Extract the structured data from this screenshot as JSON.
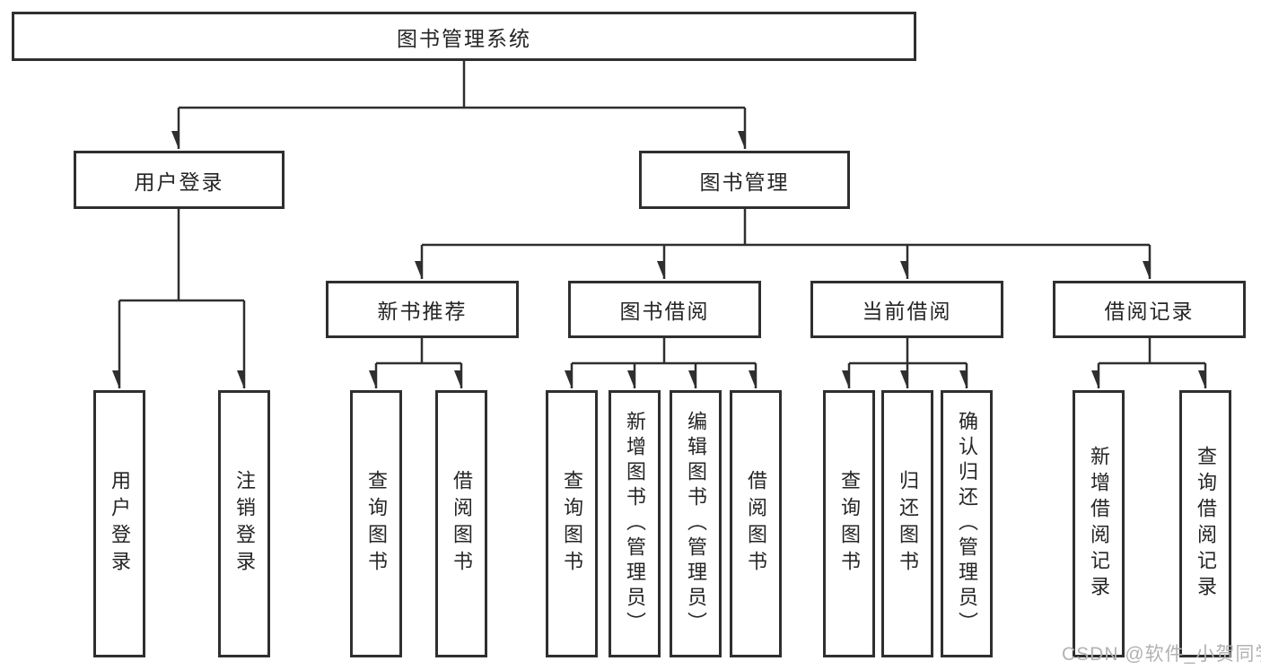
{
  "diagram_title": "图书管理系统",
  "nodes": {
    "root": "图书管理系统",
    "user_login": "用户登录",
    "book_mgmt": "图书管理",
    "new_book_rec": "新书推荐",
    "book_borrow": "图书借阅",
    "current_borrow": "当前借阅",
    "borrow_records": "借阅记录",
    "leaf_user_login": "用户登录",
    "leaf_logout": "注销登录",
    "rec_query_book": "查询图书",
    "rec_borrow_book": "借阅图书",
    "bb_query_book": "查询图书",
    "bb_add_book": "新增图书（管理员）",
    "bb_edit_book": "编辑图书（管理员）",
    "bb_borrow_book": "借阅图书",
    "cb_query_book": "查询图书",
    "cb_return_book": "归还图书",
    "cb_confirm_return": "确认归还（管理员）",
    "br_add_record": "新增借阅记录",
    "br_query_record": "查询借阅记录"
  },
  "watermark": "CSDN @软件_小贺同学",
  "colors": {
    "line": "#2f2f2f",
    "border": "#2f2f2f",
    "text": "#252525",
    "watermark": "#b2b2b2",
    "background": "#ffffff"
  }
}
